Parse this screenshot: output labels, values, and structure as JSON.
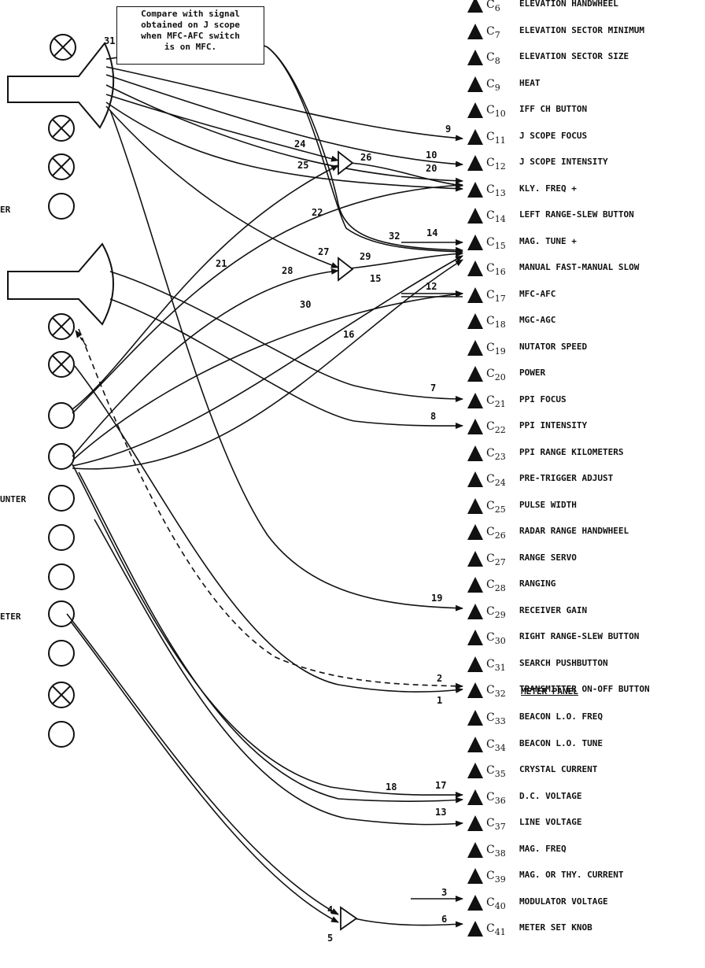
{
  "note": {
    "line1": "Compare with signal",
    "line2": "obtained on J scope",
    "line3": "when MFC-AFC switch",
    "line4": "is on MFC."
  },
  "left_labels": {
    "l1": "ER",
    "l2": "UNTER",
    "l3": "ETER"
  },
  "meter_panel_heading": "METER PANEL",
  "controls": [
    {
      "code": "C",
      "sub": "6",
      "name": "ELEVATION HANDWHEEL"
    },
    {
      "code": "C",
      "sub": "7",
      "name": "ELEVATION SECTOR MINIMUM"
    },
    {
      "code": "C",
      "sub": "8",
      "name": "ELEVATION SECTOR SIZE"
    },
    {
      "code": "C",
      "sub": "9",
      "name": "HEAT"
    },
    {
      "code": "C",
      "sub": "10",
      "name": "IFF CH BUTTON"
    },
    {
      "code": "C",
      "sub": "11",
      "name": "J SCOPE FOCUS"
    },
    {
      "code": "C",
      "sub": "12",
      "name": "J SCOPE INTENSITY"
    },
    {
      "code": "C",
      "sub": "13",
      "name": "KLY. FREQ +"
    },
    {
      "code": "C",
      "sub": "14",
      "name": "LEFT RANGE-SLEW BUTTON"
    },
    {
      "code": "C",
      "sub": "15",
      "name": "MAG. TUNE +"
    },
    {
      "code": "C",
      "sub": "16",
      "name": "MANUAL FAST-MANUAL SLOW"
    },
    {
      "code": "C",
      "sub": "17",
      "name": "MFC-AFC"
    },
    {
      "code": "C",
      "sub": "18",
      "name": "MGC-AGC"
    },
    {
      "code": "C",
      "sub": "19",
      "name": "NUTATOR SPEED"
    },
    {
      "code": "C",
      "sub": "20",
      "name": "POWER"
    },
    {
      "code": "C",
      "sub": "21",
      "name": "PPI FOCUS"
    },
    {
      "code": "C",
      "sub": "22",
      "name": "PPI INTENSITY"
    },
    {
      "code": "C",
      "sub": "23",
      "name": "PPI RANGE KILOMETERS"
    },
    {
      "code": "C",
      "sub": "24",
      "name": "PRE-TRIGGER ADJUST"
    },
    {
      "code": "C",
      "sub": "25",
      "name": "PULSE WIDTH"
    },
    {
      "code": "C",
      "sub": "26",
      "name": "RADAR RANGE HANDWHEEL"
    },
    {
      "code": "C",
      "sub": "27",
      "name": "RANGE SERVO"
    },
    {
      "code": "C",
      "sub": "28",
      "name": "RANGING"
    },
    {
      "code": "C",
      "sub": "29",
      "name": "RECEIVER GAIN"
    },
    {
      "code": "C",
      "sub": "30",
      "name": "RIGHT RANGE-SLEW BUTTON"
    },
    {
      "code": "C",
      "sub": "31",
      "name": "SEARCH PUSHBUTTON"
    },
    {
      "code": "C",
      "sub": "32",
      "name": "TRANSMITTER ON-OFF BUTTON"
    },
    {
      "code": "C",
      "sub": "33",
      "name": "BEACON L.O. FREQ"
    },
    {
      "code": "C",
      "sub": "34",
      "name": "BEACON L.O. TUNE"
    },
    {
      "code": "C",
      "sub": "35",
      "name": "CRYSTAL CURRENT"
    },
    {
      "code": "C",
      "sub": "36",
      "name": "D.C. VOLTAGE"
    },
    {
      "code": "C",
      "sub": "37",
      "name": "LINE VOLTAGE"
    },
    {
      "code": "C",
      "sub": "38",
      "name": "MAG. FREQ"
    },
    {
      "code": "C",
      "sub": "39",
      "name": "MAG. OR THY. CURRENT"
    },
    {
      "code": "C",
      "sub": "40",
      "name": "MODULATOR VOLTAGE"
    },
    {
      "code": "C",
      "sub": "41",
      "name": "METER SET KNOB"
    }
  ],
  "link_numbers": {
    "n1": "1",
    "n2": "2",
    "n3": "3",
    "n4": "4",
    "n5": "5",
    "n6": "6",
    "n7": "7",
    "n8": "8",
    "n9": "9",
    "n10": "10",
    "n12": "12",
    "n13": "13",
    "n14": "14",
    "n15": "15",
    "n16": "16",
    "n17": "17",
    "n18": "18",
    "n19": "19",
    "n20": "20",
    "n21": "21",
    "n22": "22",
    "n24": "24",
    "n25": "25",
    "n26": "26",
    "n27": "27",
    "n28": "28",
    "n29": "29",
    "n30": "30",
    "n31": "31",
    "n32": "32"
  }
}
